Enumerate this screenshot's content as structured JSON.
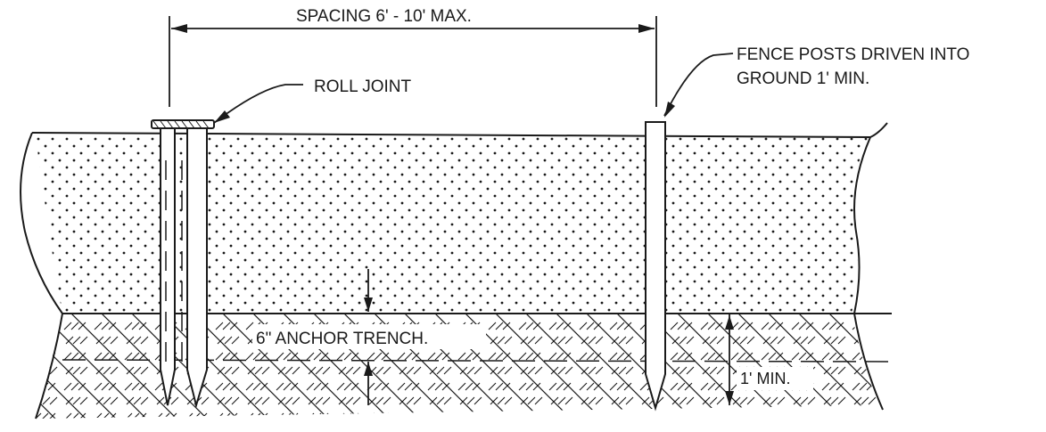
{
  "diagram": {
    "labels": {
      "spacing": "SPACING 6' - 10' MAX.",
      "roll_joint": "ROLL JOINT",
      "fence_posts_line1": "FENCE POSTS DRIVEN INTO",
      "fence_posts_line2": "GROUND 1' MIN.",
      "anchor_trench": "6\" ANCHOR TRENCH.",
      "min_depth": "1' MIN."
    },
    "colors": {
      "ink": "#1a1a1a",
      "paper": "#ffffff"
    }
  }
}
